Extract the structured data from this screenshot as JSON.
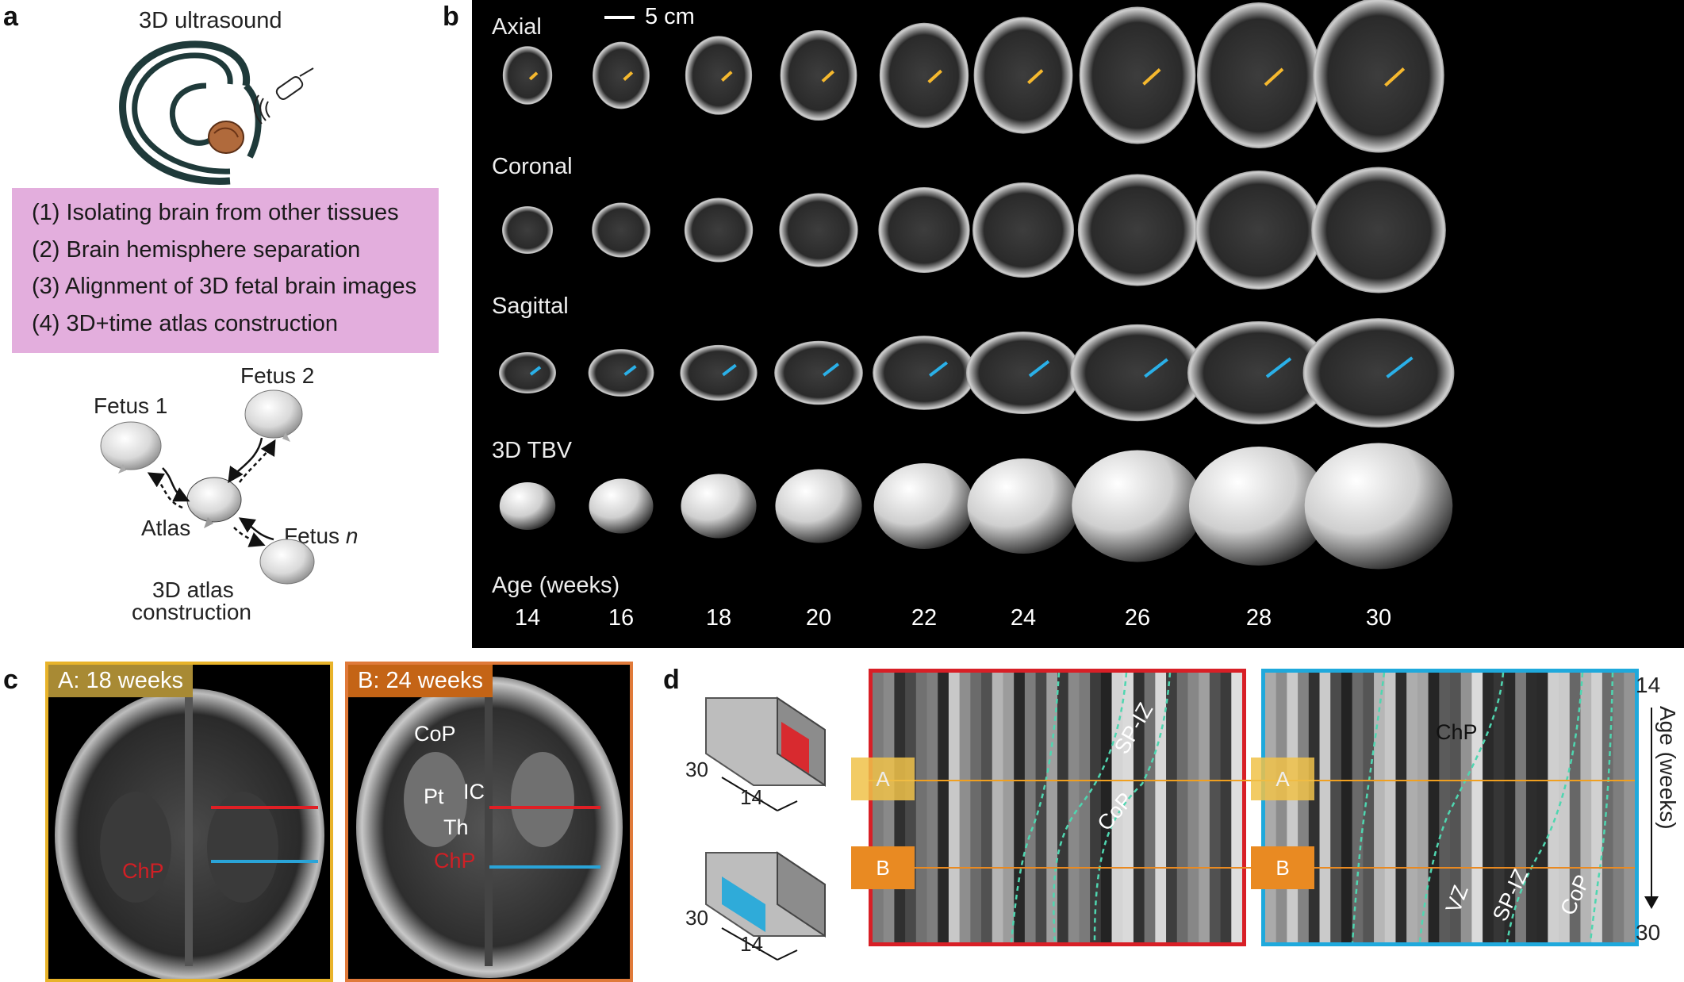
{
  "panels": {
    "a": "a",
    "b": "b",
    "c": "c",
    "d": "d"
  },
  "panel_a": {
    "title": "3D ultrasound",
    "steps": [
      "(1) Isolating brain from other tissues",
      "(2) Brain hemisphere separation",
      "(3) Alignment of 3D fetal brain images",
      "(4) 3D+time atlas construction"
    ],
    "fetus1": "Fetus 1",
    "fetus2": "Fetus 2",
    "fetusn_prefix": "Fetus ",
    "fetusn_italic": "n",
    "atlas": "Atlas",
    "construction_line1": "3D atlas",
    "construction_line2": "construction"
  },
  "panel_b": {
    "scale_bar": "5 cm",
    "rows": [
      "Axial",
      "Coronal",
      "Sagittal",
      "3D TBV"
    ],
    "age_label": "Age (weeks)",
    "ages": [
      "14",
      "16",
      "18",
      "20",
      "22",
      "24",
      "26",
      "28",
      "30"
    ],
    "brain_sizes": [
      0.4,
      0.46,
      0.54,
      0.62,
      0.72,
      0.8,
      0.94,
      1.0,
      1.06
    ]
  },
  "panel_c": {
    "a_label": "A: 18 weeks",
    "b_label": "B: 24 weeks",
    "a_chp": "ChP",
    "b_cop": "CoP",
    "b_pt": "Pt",
    "b_ic": "IC",
    "b_th": "Th",
    "b_chp": "ChP",
    "colors": {
      "a_border": "#e8b32a",
      "b_border": "#e07a3a",
      "red_line": "#e01f25",
      "blue_line": "#2aa4d8"
    }
  },
  "panel_d": {
    "cube_top_30": "30",
    "cube_top_14": "14",
    "cube_bot_30": "30",
    "cube_bot_14": "14",
    "red_sp_iz": "SP-IZ",
    "red_cop": "CoP",
    "blue_chp": "ChP",
    "blue_vz": "VZ",
    "blue_sp_iz": "SP-IZ",
    "blue_cop": "CoP",
    "tag_a": "A",
    "tag_b": "B",
    "axis_top": "14",
    "axis_bottom": "30",
    "axis_label": "Age (weeks)",
    "colors": {
      "red_box": "#d81f26",
      "blue_box": "#1fa9dc",
      "tag_a": "#f0c24a",
      "tag_b": "#e98a22"
    }
  }
}
